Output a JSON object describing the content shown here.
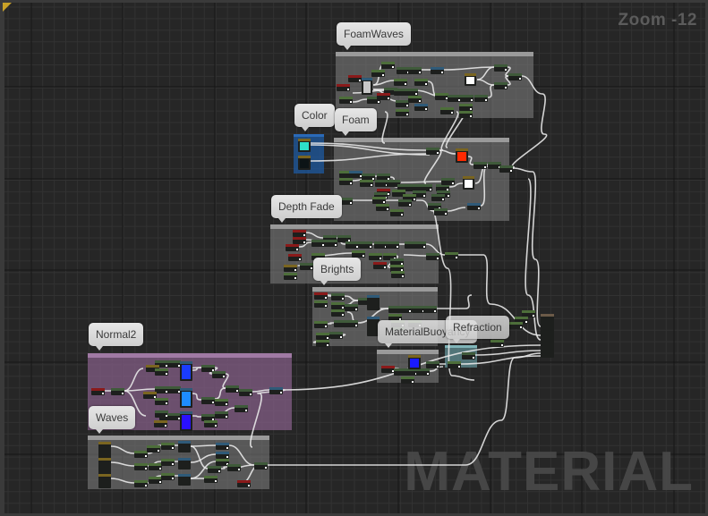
{
  "editor": {
    "zoom_label": "Zoom -12",
    "graph_type_label": "MATERIAL"
  },
  "comments": [
    {
      "id": "foamwaves",
      "label": "FoamWaves",
      "color": "#6e6e6e"
    },
    {
      "id": "color",
      "label": "Color",
      "color": "#1f4f8a"
    },
    {
      "id": "foam",
      "label": "Foam",
      "color": "#6e6e6e"
    },
    {
      "id": "depth-fade",
      "label": "Depth Fade",
      "color": "#6e6e6e"
    },
    {
      "id": "brights",
      "label": "Brights",
      "color": "#6e6e6e"
    },
    {
      "id": "material-buoyancy",
      "label": "MaterialBuoyancy",
      "color": "#6e6e6e"
    },
    {
      "id": "refraction",
      "label": "Refraction",
      "color": "#5b8a8c"
    },
    {
      "id": "normal2",
      "label": "Normal2",
      "color": "#7d5a80"
    },
    {
      "id": "waves",
      "label": "Waves",
      "color": "#6e6e6e"
    }
  ],
  "node_colors": {
    "green": "#4d6e3a",
    "dark_green": "#3f5a3a",
    "red": "#8a1a1a",
    "blue": "#2f5a78",
    "olive": "#7a6520",
    "result": "#6b5a48"
  },
  "swatches": {
    "color_teal": "#2ee0c8",
    "foamwaves_white": "#ffffff",
    "foam_red": "#ff2a00",
    "foam_white": "#ffffff",
    "buoyancy_blue": "#1a1aff",
    "normal_blue_1": "#1a3cff",
    "normal_blue_2": "#1e8cff",
    "normal_blue_3": "#2a10ff"
  }
}
